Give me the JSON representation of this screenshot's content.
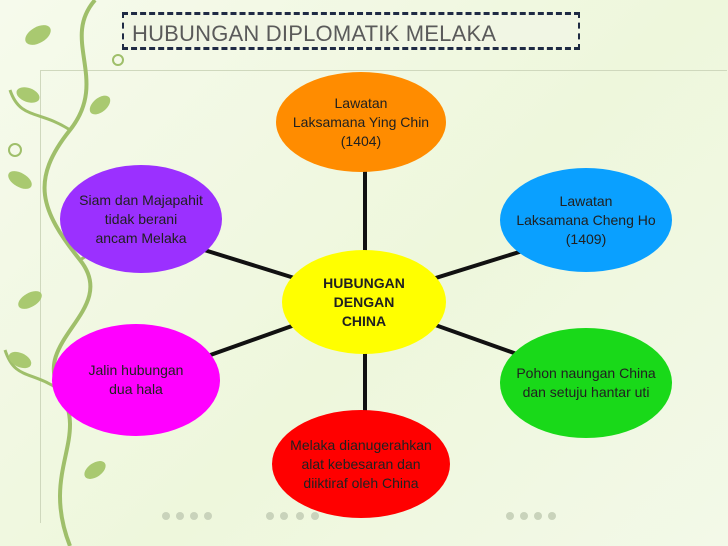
{
  "title": "HUBUNGAN DIPLOMATIK MELAKA",
  "center": "HUBUNGAN\nDENGAN\nCHINA",
  "nodes": {
    "top": "Lawatan\nLaksamana Ying Chin\n(1404)",
    "top_right": "Lawatan\nLaksamana Cheng Ho\n(1409)",
    "bottom_right": "Pohon naungan China\ndan setuju hantar uti",
    "bottom": "Melaka dianugerahkan\nalat kebesaran dan\ndiiktiraf oleh China",
    "bottom_left": "Jalin hubungan\ndua hala",
    "top_left": "Siam dan Majapahit\ntidak berani\nancam Melaka"
  },
  "colors": {
    "center": "#ffff00",
    "top": "#ff8c00",
    "top_right": "#0aa0ff",
    "bottom_right": "#19d919",
    "bottom": "#ff0000",
    "bottom_left": "#ff00ff",
    "top_left": "#9b30ff"
  }
}
